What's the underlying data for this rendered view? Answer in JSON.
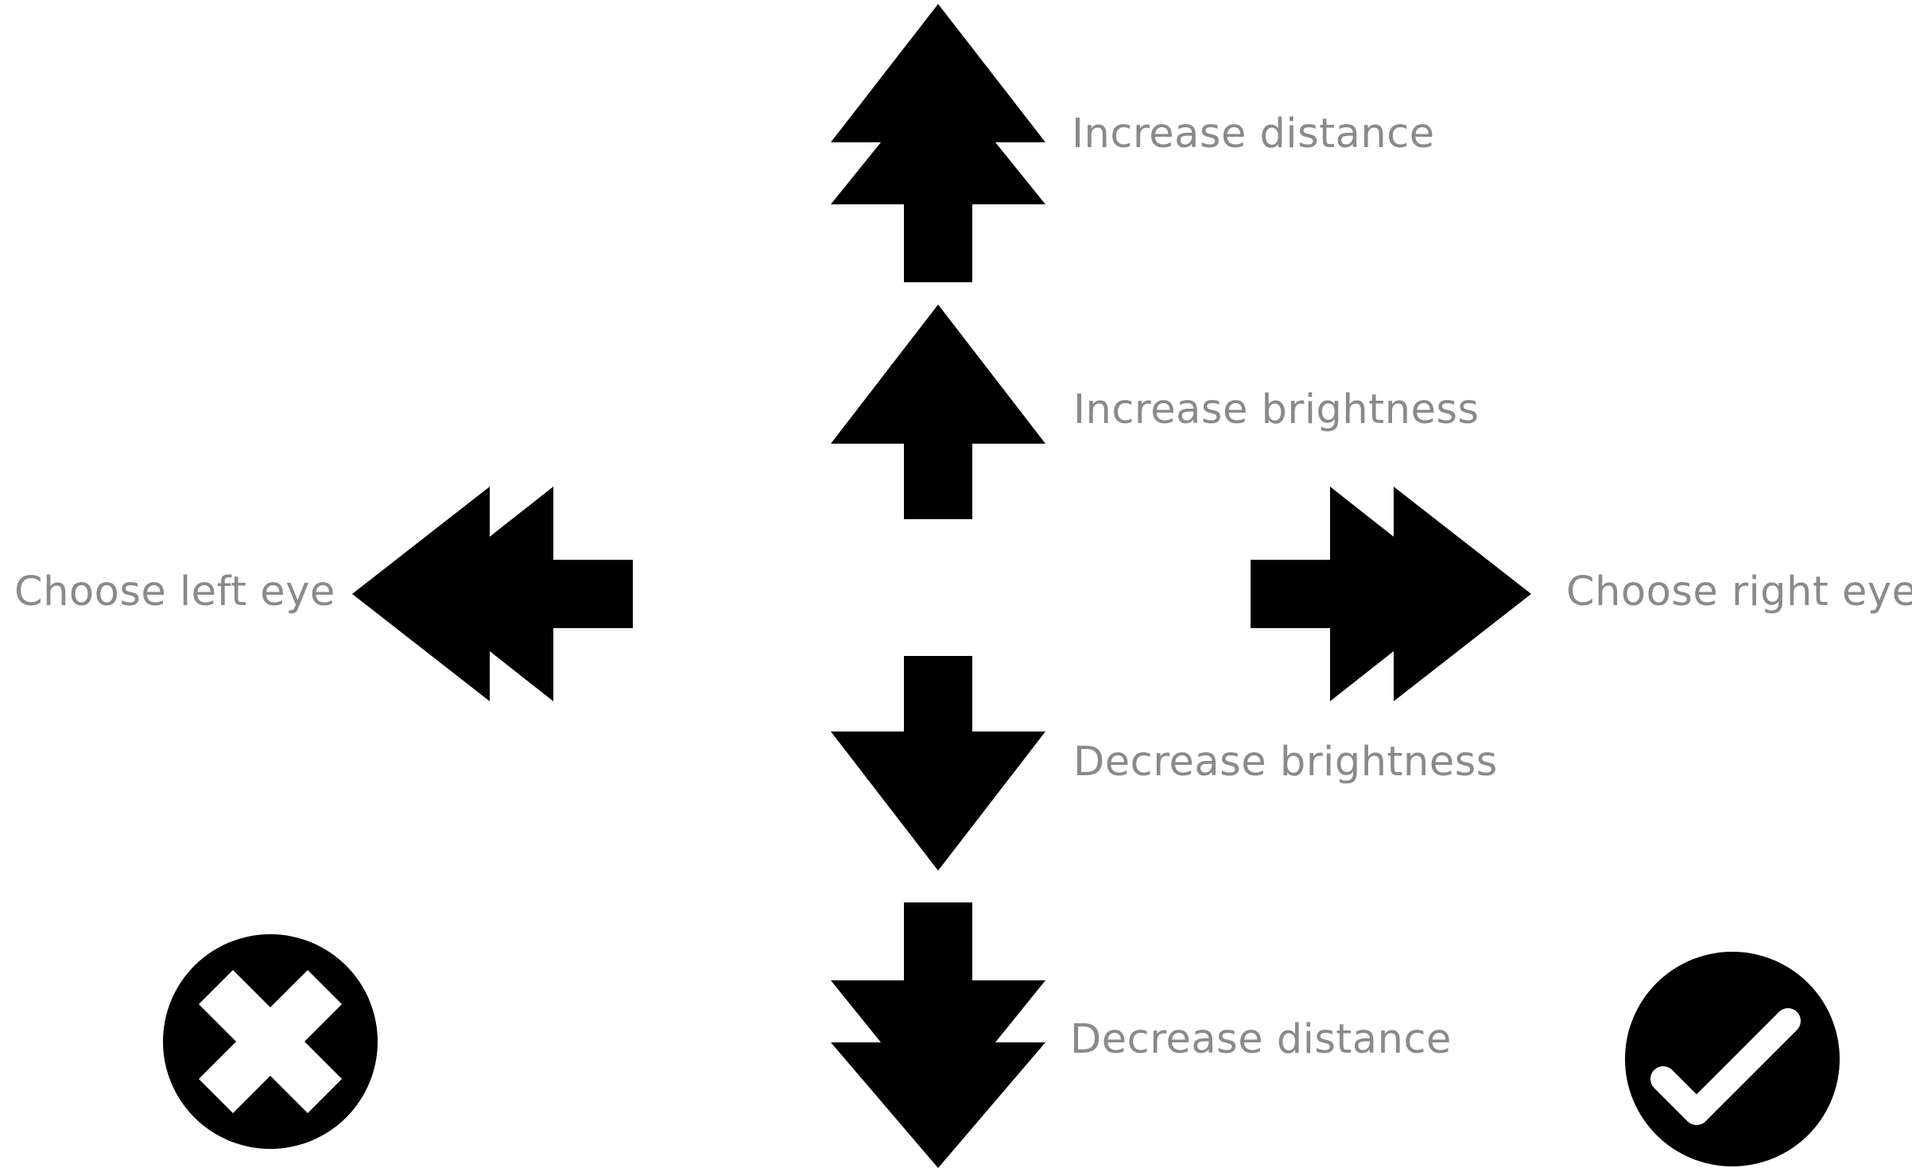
{
  "labels": {
    "increase_distance": "Increase distance",
    "increase_brightness": "Increase brightness",
    "choose_left_eye": "Choose left eye",
    "choose_right_eye": "Choose right eye",
    "decrease_brightness": "Decrease brightness",
    "decrease_distance": "Decrease distance"
  },
  "icons": {
    "increase_distance": "double-up-arrow-icon",
    "increase_brightness": "up-arrow-icon",
    "choose_left_eye": "double-left-arrow-icon",
    "choose_right_eye": "double-right-arrow-icon",
    "decrease_brightness": "down-arrow-icon",
    "decrease_distance": "double-down-arrow-icon",
    "cancel": "close-circle-icon",
    "confirm": "check-circle-icon"
  },
  "colors": {
    "icon": "#000000",
    "label": "#8a8a8a",
    "background": "#ffffff"
  }
}
